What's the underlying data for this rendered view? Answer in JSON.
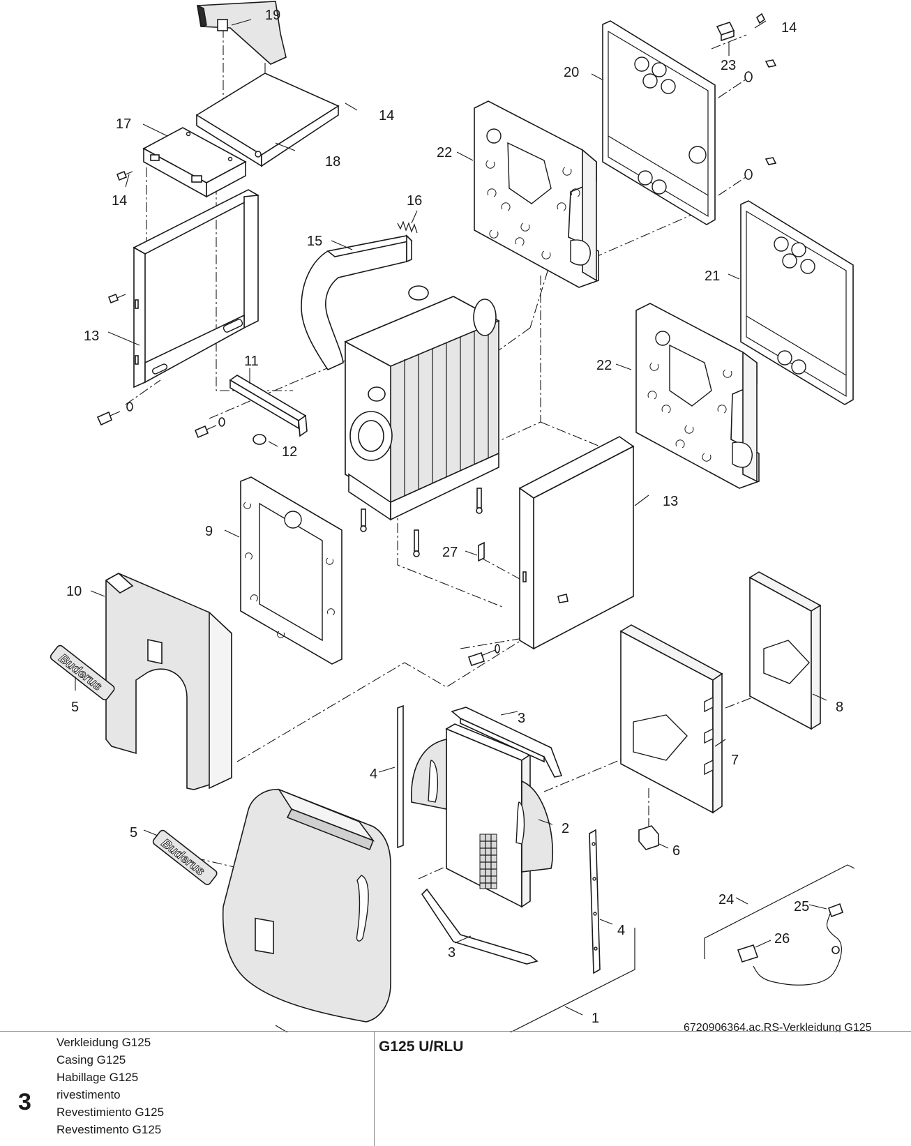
{
  "diagram": {
    "reference_code": "6720906364.ac.RS-Verkleidung G125",
    "part_numbers": [
      "1",
      "2",
      "3",
      "4",
      "5",
      "6",
      "7",
      "8",
      "9",
      "10",
      "11",
      "12",
      "13",
      "14",
      "15",
      "16",
      "17",
      "18",
      "19",
      "20",
      "21",
      "22",
      "23",
      "24",
      "25",
      "26",
      "27"
    ],
    "logo_text": "Buderus"
  },
  "footer": {
    "chapter_number": "3",
    "titles": [
      "Verkleidung G125",
      "Casing G125",
      "Habillage G125",
      "rivestimento",
      "Revestimiento G125",
      "Revestimento G125"
    ],
    "model": "G125 U/RLU"
  }
}
